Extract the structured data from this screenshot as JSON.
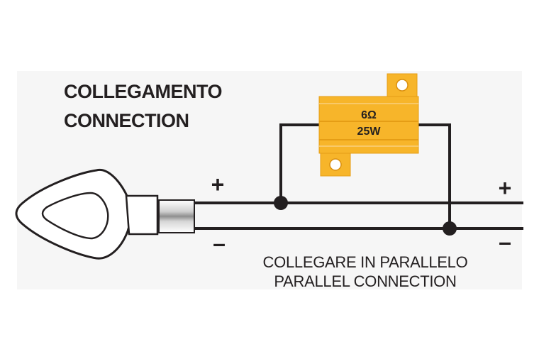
{
  "title": {
    "line1": "COLLEGAMENTO",
    "line2": "CONNECTION"
  },
  "resistor": {
    "value": "6Ω",
    "power": "25W",
    "body_color": "#f7b52a",
    "stripe_color": "#e59d15"
  },
  "polarity": {
    "left_positive": "+",
    "left_negative": "–",
    "right_positive": "+",
    "right_negative": "–"
  },
  "caption": {
    "line1": "COLLEGARE IN PARALLELO",
    "line2": "PARALLEL CONNECTION"
  },
  "colors": {
    "wire": "#231f20",
    "background_panel": "#f6f6f6"
  },
  "icons": [
    "turn-signal-indicator-icon",
    "resistor-icon",
    "junction-dot-icon"
  ]
}
